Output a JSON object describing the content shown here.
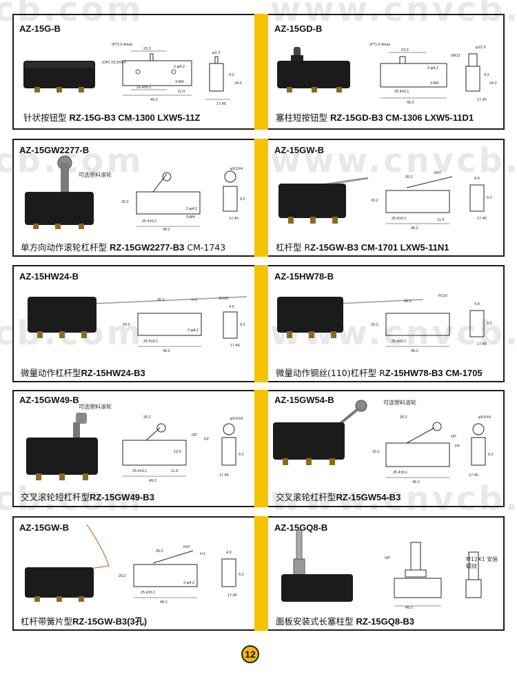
{
  "watermarks": [
    "cb.com",
    "www.cnvcb.com"
  ],
  "page_number": "12",
  "products": [
    {
      "model": "AZ-15G-B",
      "caption_cn": "针状按钮型",
      "caption_codes": "RZ-15G-B3  CM-1300  LXW5-11Z"
    },
    {
      "model": "AZ-15GD-B",
      "caption_cn": "塞柱短按钮型",
      "caption_codes": "RZ-15GD-B3  CM-1306  LXW5-11D1"
    },
    {
      "model": "AZ-15GW2277-B",
      "caption_cn": "单方向动作滚轮杠杆型",
      "caption_codes": "RZ-15GW2277-B3",
      "caption_extra": "CM-1743",
      "note": "可选塑料滚轮"
    },
    {
      "model": "AZ-15GW-B",
      "caption_cn": "杠杆型 R",
      "caption_codes": "Z-15GW-B3  CM-1701  LXW5-11N1"
    },
    {
      "model": "AZ-15HW24-B",
      "caption_cn": "微量动作杠杆型",
      "caption_codes": "RZ-15HW24-B3"
    },
    {
      "model": "AZ-15HW78-B",
      "caption_cn": "微量动作钢丝(110)杠杆型 R",
      "caption_codes": "Z-15HW78-B3  CM-1705"
    },
    {
      "model": "AZ-15GW49-B",
      "caption_cn": "交叉滚轮短杠杆型",
      "caption_codes": "RZ-15GW49-B3",
      "note": "可选塑料滚轮"
    },
    {
      "model": "AZ-15GW54-B",
      "caption_cn": "交叉滚轮杠杆型",
      "caption_codes": "RZ-15GW54-B3",
      "note": "可选塑料滚轮"
    },
    {
      "model": "AZ-15GW-B",
      "caption_cn": "杠杆带簧片型",
      "caption_codes": "RZ-15GW-B3(3孔)"
    },
    {
      "model": "AZ-15GQ8-B",
      "caption_cn": "面板安装式长塞柱型",
      "caption_codes": "RZ-15GQ8-B3",
      "note": "M12X1 安装螺纹"
    }
  ],
  "dims": {
    "d1": "23.3",
    "d2": "25.4±0.1",
    "d3": "49.2",
    "d4": "11.9",
    "d5": "17.45",
    "d6": "9.2",
    "d7": "24.2",
    "d8": "2-φ4.2",
    "d9": "3-M4",
    "d10": "(PT) 0.4max",
    "d11": "(OP) 15.9±0.4",
    "d12": "φ2.3",
    "d13": "26.2",
    "d14": "20.2",
    "d15": "R47",
    "d16": "R120",
    "d17": "R110",
    "d18": "4.9",
    "d19": "φ12.3",
    "d20": "SR12",
    "d21": "t=1",
    "d22": "FP",
    "d23": "OP",
    "d24": "13.9",
    "d25": "φ9.5X4"
  }
}
